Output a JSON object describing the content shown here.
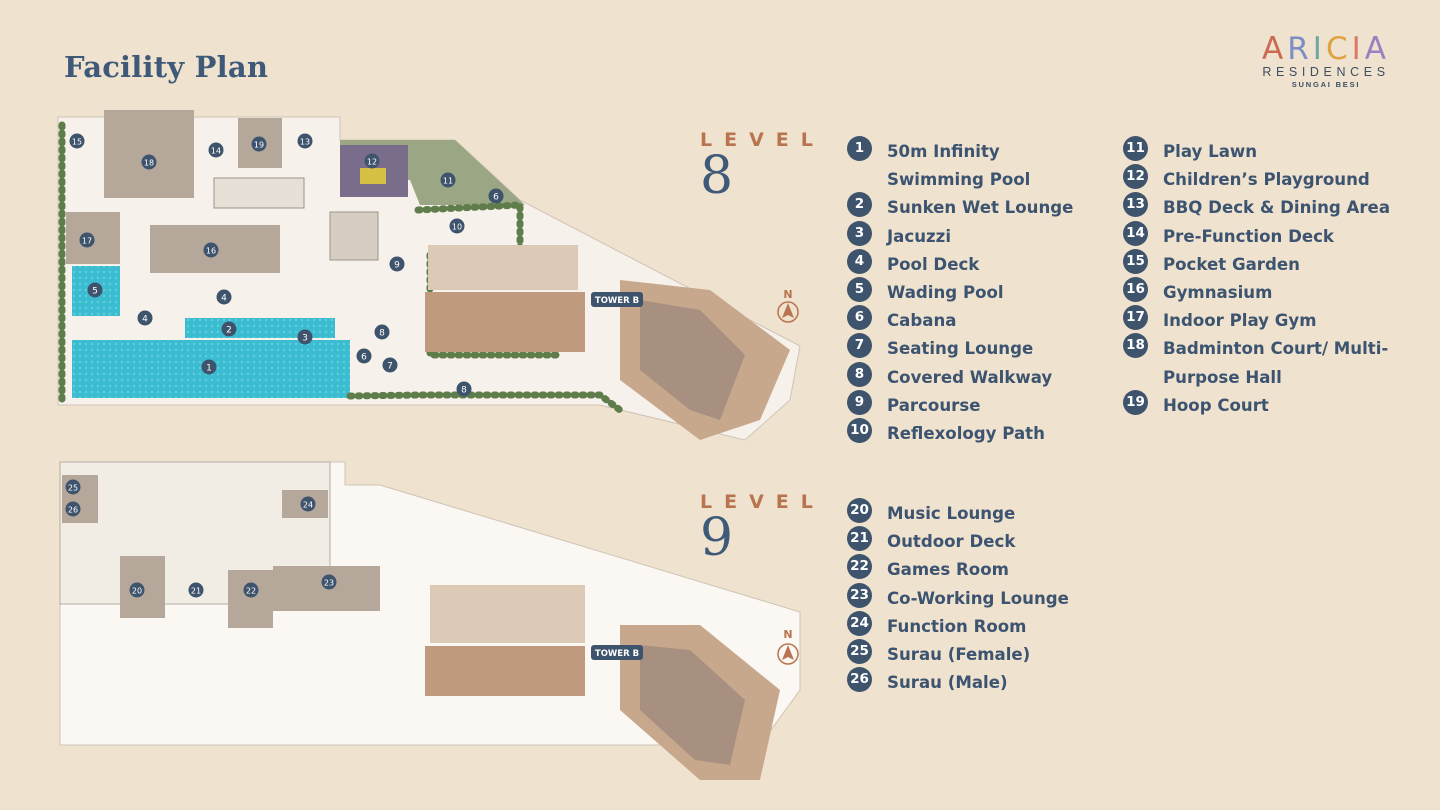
{
  "title": "Facility Plan",
  "logo": {
    "letters": [
      "A",
      "R",
      "I",
      "C",
      "I",
      "A"
    ],
    "letter_colors": [
      "#c96a52",
      "#7c8ec4",
      "#6fa8a0",
      "#e0a241",
      "#d97a6c",
      "#9b7fbf"
    ],
    "line2": "RESIDENCES",
    "line3": "SUNGAI BESI"
  },
  "level8": {
    "label": "LEVEL",
    "number": "8",
    "tower_label": "TOWER B",
    "north_label": "N",
    "legend_left": [
      {
        "num": "1",
        "name": "50m Infinity Swimming Pool"
      },
      {
        "num": "2",
        "name": "Sunken Wet Lounge"
      },
      {
        "num": "3",
        "name": "Jacuzzi"
      },
      {
        "num": "4",
        "name": "Pool Deck"
      },
      {
        "num": "5",
        "name": "Wading Pool"
      },
      {
        "num": "6",
        "name": "Cabana"
      },
      {
        "num": "7",
        "name": "Seating Lounge"
      },
      {
        "num": "8",
        "name": "Covered Walkway"
      },
      {
        "num": "9",
        "name": "Parcourse"
      },
      {
        "num": "10",
        "name": "Reflexology Path"
      }
    ],
    "legend_right": [
      {
        "num": "11",
        "name": "Play Lawn"
      },
      {
        "num": "12",
        "name": "Children’s Playground"
      },
      {
        "num": "13",
        "name": "BBQ Deck & Dining Area"
      },
      {
        "num": "14",
        "name": "Pre-Function Deck"
      },
      {
        "num": "15",
        "name": "Pocket Garden"
      },
      {
        "num": "16",
        "name": "Gymnasium"
      },
      {
        "num": "17",
        "name": "Indoor Play Gym"
      },
      {
        "num": "18",
        "name": "Badminton Court/ Multi-Purpose Hall"
      },
      {
        "num": "19",
        "name": "Hoop Court"
      }
    ]
  },
  "level9": {
    "label": "LEVEL",
    "number": "9",
    "tower_label": "TOWER B",
    "north_label": "N",
    "legend": [
      {
        "num": "20",
        "name": "Music Lounge"
      },
      {
        "num": "21",
        "name": "Outdoor Deck"
      },
      {
        "num": "22",
        "name": "Games Room"
      },
      {
        "num": "23",
        "name": "Co-Working Lounge"
      },
      {
        "num": "24",
        "name": "Function Room"
      },
      {
        "num": "25",
        "name": "Surau (Female)"
      },
      {
        "num": "26",
        "name": "Surau (Male)"
      }
    ]
  },
  "colors": {
    "background": "#efe2cf",
    "navy": "#3e536c",
    "accent": "#b8744f",
    "pool": "#3bbcd0",
    "greenery": "#5f7d4a",
    "lawn": "#9aa684",
    "playground": "#7a6d8c"
  }
}
